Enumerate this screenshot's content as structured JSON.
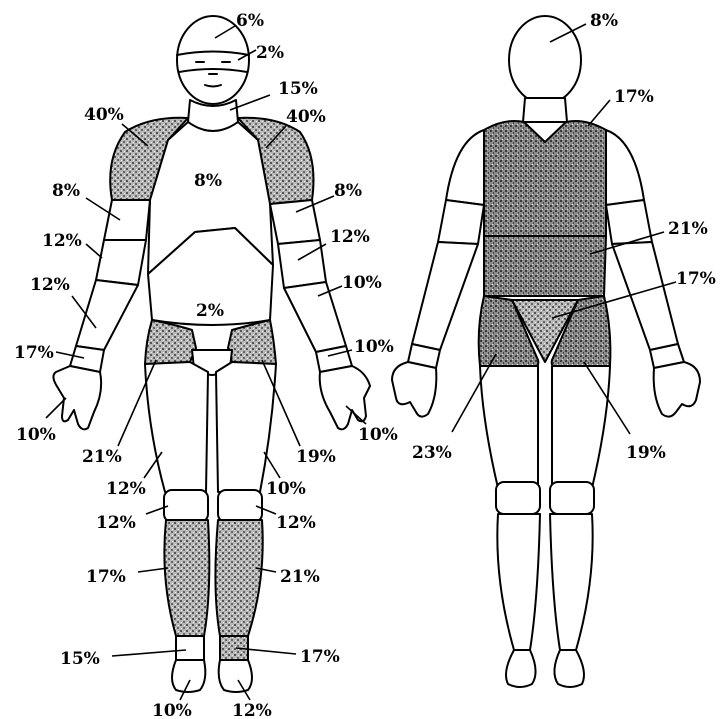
{
  "shade_color": "#8a8a8a",
  "front_labels": {
    "head": "6%",
    "face": "2%",
    "neck": "15%",
    "shoulder_left": "40%",
    "shoulder_right": "40%",
    "chest": "8%",
    "upper_arm_left": "8%",
    "upper_arm_right": "8%",
    "elbow_left": "12%",
    "elbow_right": "12%",
    "forearm_left": "12%",
    "forearm_right": "10%",
    "abdomen": "2%",
    "wrist_left": "17%",
    "wrist_right": "10%",
    "hand_left": "10%",
    "hand_right": "10%",
    "groin_left": "21%",
    "groin_right": "19%",
    "thigh_left": "12%",
    "thigh_right": "10%",
    "knee_left": "12%",
    "knee_right": "12%",
    "shin_left": "17%",
    "shin_right": "21%",
    "ankle_left": "15%",
    "ankle_right": "17%",
    "foot_left": "10%",
    "foot_right": "12%"
  },
  "back_labels": {
    "head": "8%",
    "upper_back": "17%",
    "lower_back": "21%",
    "sacrum": "17%",
    "buttock_left": "23%",
    "buttock_right": "19%"
  }
}
